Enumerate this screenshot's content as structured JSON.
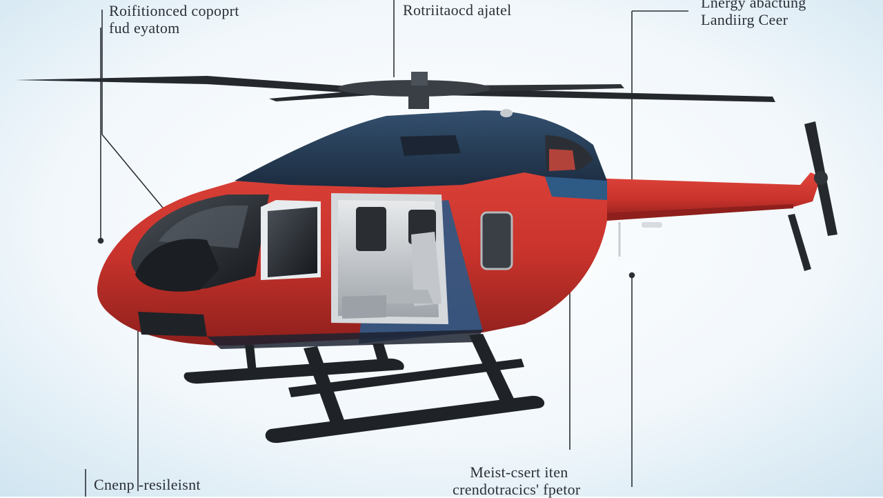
{
  "callouts": {
    "top_left": {
      "line1": "Roifitionced copoprt",
      "line2": "fud eyatom"
    },
    "top_center": {
      "line1": "Rotriitaocd ajatel"
    },
    "top_right": {
      "line1": "Lnergy abactung",
      "line2": "Landiirg Ceer"
    },
    "bottom_left": {
      "line1": "Cnenp -resileisnt"
    },
    "bottom_right": {
      "line1": "Meist-csert iten",
      "line2": "crendotracics' fpetor"
    }
  },
  "colors": {
    "background": "#eaf4fa",
    "fuselage_red": "#c8332c",
    "cabin_navy": "#243a55",
    "panel_blue": "#2e5a86",
    "skid_dark": "#22262b",
    "leader_line": "#2b2f36"
  }
}
